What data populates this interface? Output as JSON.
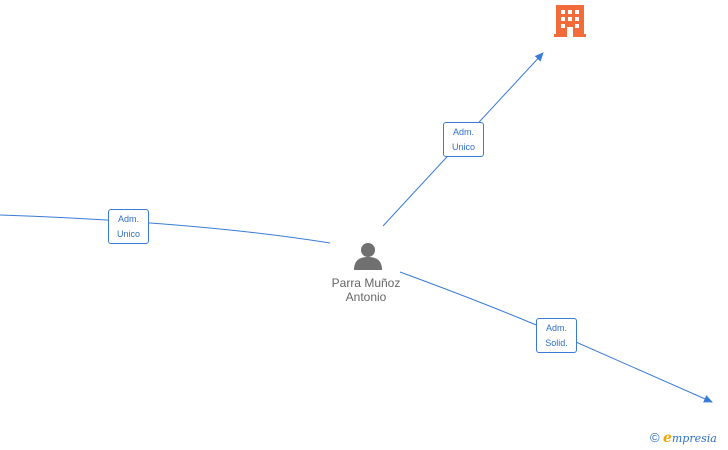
{
  "person": {
    "name_line1": "Parra Muñoz",
    "name_line2": "Antonio",
    "icon": "person-icon"
  },
  "company": {
    "icon": "building-icon",
    "color": "#f26b3a"
  },
  "edges": [
    {
      "id": "left",
      "line1": "Adm.",
      "line2": "Unico"
    },
    {
      "id": "top-right",
      "line1": "Adm.",
      "line2": "Unico"
    },
    {
      "id": "bottom-right",
      "line1": "Adm.",
      "line2": "Solid."
    }
  ],
  "colors": {
    "edge": "#3a7bd5",
    "person_icon": "#707070"
  },
  "watermark": {
    "copyright": "©",
    "brand_first": "e",
    "brand_rest": "mpresia"
  }
}
